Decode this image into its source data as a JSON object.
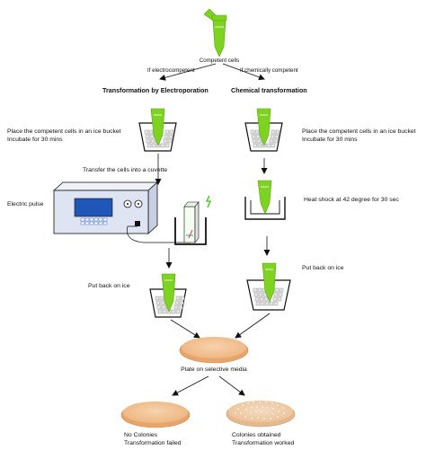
{
  "labels": {
    "competent_cells": "Competent cells",
    "if_electro": "If electrocompetent",
    "if_chem": "If chemically competent",
    "title_electro": "Transformation by Electroporation",
    "title_chem": "Chemical transformation",
    "left_ice_1": "Place the competent cells in an ice bucket",
    "left_ice_2": "Incubate for 30 mins",
    "right_ice_1": "Place the competent cells in an ice bucket",
    "right_ice_2": "Incubate for 30 mins",
    "transfer": "Transfer the cells into a cuvette",
    "electric_pulse": "Electric pulse",
    "heat_shock": "Heat shock at 42 degree for 30 sec",
    "put_back_left": "Put back on ice",
    "put_back_right": "Put back on ice",
    "plate": "Plate on selective media",
    "no_colonies_1": "No Colonies",
    "no_colonies_2": "Transformation failed",
    "colonies_1": "Colonies obtained",
    "colonies_2": "Transformation worked"
  },
  "colors": {
    "tube_green": "#7ed321",
    "tube_dark": "#5aa512",
    "bucket_stroke": "#111111",
    "ice": "#e6e6e6",
    "plate_fill": "#f2c08e",
    "plate_rim": "#d9935a",
    "machine_fill": "#dfe4f3",
    "screen": "#1f56b8",
    "heat_block": "#d8d8d8",
    "spark": "#3cc01c"
  },
  "icons": [
    "microcentrifuge-tube-icon",
    "ice-bucket-icon",
    "electroporator-icon",
    "cuvette-icon",
    "heat-block-icon",
    "petri-dish-icon",
    "spark-icon"
  ]
}
